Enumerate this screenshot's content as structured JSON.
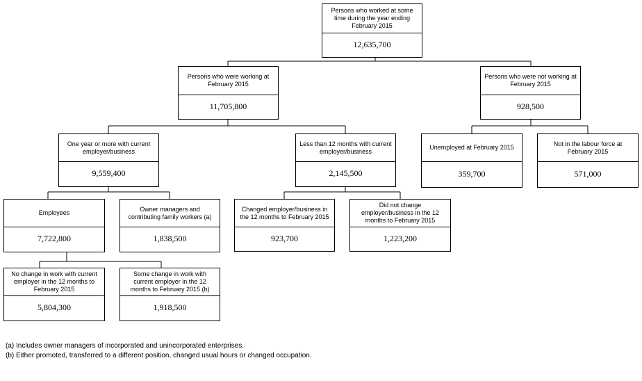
{
  "nodes": {
    "total": {
      "label": "Persons who worked at some time during the year ending February 2015",
      "value": "12,635,700"
    },
    "working": {
      "label": "Persons who were working at February 2015",
      "value": "11,705,800"
    },
    "not_working": {
      "label": "Persons who were not working at February 2015",
      "value": "928,500"
    },
    "one_year_plus": {
      "label": "One year or more with current employer/business",
      "value": "9,559,400"
    },
    "less_12m": {
      "label": "Less than 12 months with current employer/business",
      "value": "2,145,500"
    },
    "unemployed": {
      "label": "Unemployed at February 2015",
      "value": "359,700"
    },
    "not_in_lf": {
      "label": "Not in the labour force at February 2015",
      "value": "571,000"
    },
    "employees": {
      "label": "Employees",
      "value": "7,722,800"
    },
    "owner_managers": {
      "label": "Owner managers and contributing family workers (a)",
      "value": "1,838,500"
    },
    "changed_employer": {
      "label": "Changed employer/business in the 12 months to February 2015",
      "value": "923,700"
    },
    "not_changed_employer": {
      "label": "Did not change employer/business in the 12 months to February 2015",
      "value": "1,223,200"
    },
    "no_change_work": {
      "label": "No change in work with current employer in the 12 months to February 2015",
      "value": "5,804,300"
    },
    "some_change_work": {
      "label": "Some change in work with current employer in the 12 months to February 2015 (b)",
      "value": "1,918,500"
    }
  },
  "footnotes": {
    "a": "(a) Includes owner managers of incorporated and unincorporated enterprises.",
    "b": "(b) Either promoted, transferred to a different position, changed usual hours or changed occupation."
  }
}
